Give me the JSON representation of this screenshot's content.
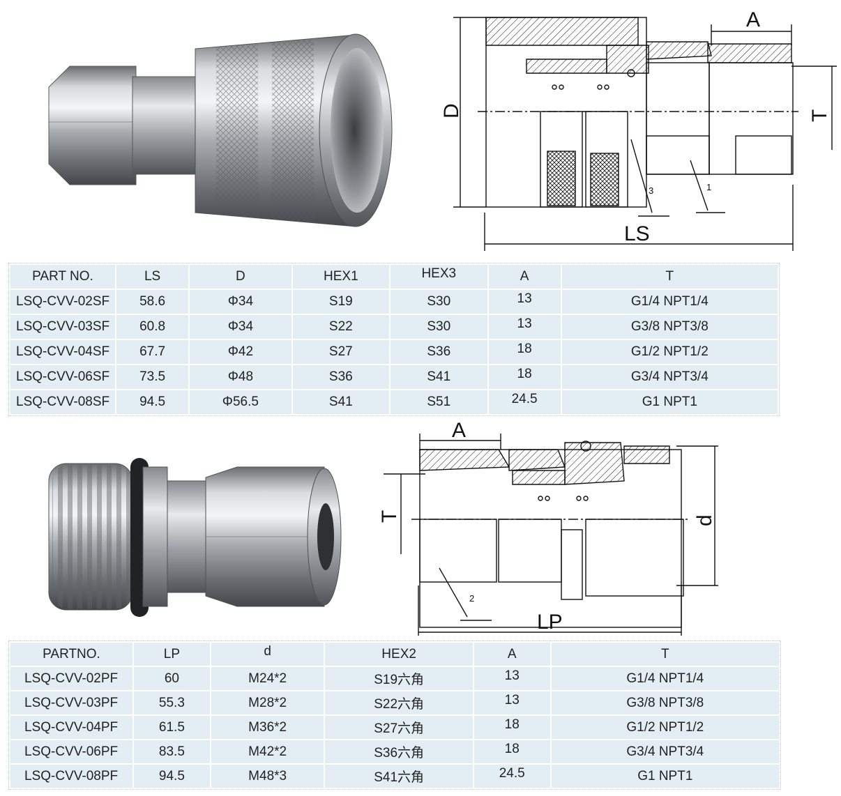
{
  "diagram1": {
    "label_a": "A",
    "label_d": "D",
    "label_t": "T",
    "label_ls": "LS",
    "hex3_mark": "3",
    "hex1_mark": "1"
  },
  "diagram2": {
    "label_a": "A",
    "label_d": "d",
    "label_t": "T",
    "label_lp": "LP",
    "hex2_mark": "2"
  },
  "table1": {
    "headers": [
      "PART NO.",
      "LS",
      "D",
      "HEX1",
      "HEX3",
      "A",
      "T"
    ],
    "rows": [
      [
        "LSQ-CVV-02SF",
        "58.6",
        "Φ34",
        "S19",
        "S30",
        "13",
        "G1/4 NPT1/4"
      ],
      [
        "LSQ-CVV-03SF",
        "60.8",
        "Φ34",
        "S22",
        "S30",
        "13",
        "G3/8 NPT3/8"
      ],
      [
        "LSQ-CVV-04SF",
        "67.7",
        "Φ42",
        "S27",
        "S36",
        "18",
        "G1/2 NPT1/2"
      ],
      [
        "LSQ-CVV-06SF",
        "73.5",
        "Φ48",
        "S36",
        "S41",
        "18",
        "G3/4 NPT3/4"
      ],
      [
        "LSQ-CVV-08SF",
        "94.5",
        "Φ56.5",
        "S41",
        "S51",
        "24.5",
        "G1 NPT1"
      ]
    ]
  },
  "table2": {
    "headers": [
      "PARTNO.",
      "LP",
      "d",
      "HEX2",
      "A",
      "T"
    ],
    "rows": [
      [
        "LSQ-CVV-02PF",
        "60",
        "M24*2",
        "S19六角",
        "13",
        "G1/4 NPT1/4"
      ],
      [
        "LSQ-CVV-03PF",
        "55.3",
        "M28*2",
        "S22六角",
        "13",
        "G3/8 NPT3/8"
      ],
      [
        "LSQ-CVV-04PF",
        "61.5",
        "M36*2",
        "S27六角",
        "18",
        "G1/2 NPT1/2"
      ],
      [
        "LSQ-CVV-06PF",
        "83.5",
        "M42*2",
        "S36六角",
        "18",
        "G3/4 NPT3/4"
      ],
      [
        "LSQ-CVV-08PF",
        "94.5",
        "M48*3",
        "S41六角",
        "24.5",
        "G1 NPT1"
      ]
    ]
  }
}
